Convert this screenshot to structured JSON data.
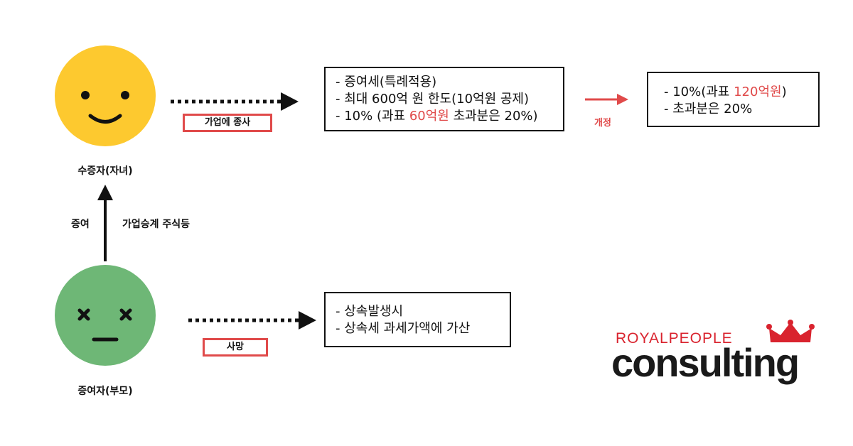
{
  "recipient": {
    "caption": "수증자(자녀)"
  },
  "donor": {
    "caption": "증여자(부모)"
  },
  "gift_arrow": {
    "label_left": "증여",
    "label_right": "가업승계 주식등"
  },
  "tags": {
    "business": "가업에 종사",
    "death": "사망"
  },
  "gift_tax_box": {
    "line1": "- 증여세(특례적용)",
    "line2": "- 최대 600억 원 한도(10억원 공제)",
    "line3_prefix": "- 10% (과표 ",
    "line3_highlight": "60억원",
    "line3_suffix": " 초과분은 20%)"
  },
  "revision": {
    "label": "개정"
  },
  "revised_box": {
    "line1_prefix": "- 10%(과표 ",
    "line1_highlight": "120억원",
    "line1_suffix": ")",
    "line2": "- 초과분은 20%"
  },
  "inheritance_box": {
    "line1": "- 상속발생시",
    "line2": "- 상속세 과세가액에 가산"
  },
  "brand": {
    "top": "ROYALPEOPLE",
    "main": "consulting"
  },
  "colors": {
    "yellow_face": "#fdc92f",
    "green_face": "#6eb776",
    "accent_red": "#e04a4a",
    "crown_red": "#d9232e"
  }
}
